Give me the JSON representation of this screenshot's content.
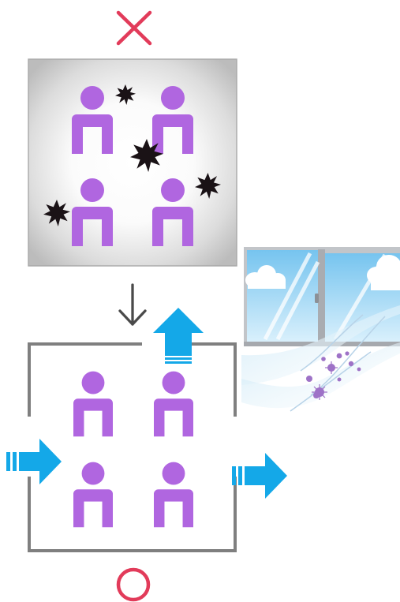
{
  "diagram": {
    "top_panel": {
      "status": "bad",
      "status_icon": "x-mark-icon",
      "status_color": "#e23b5a",
      "people_count": 4,
      "person_color": "#b066e0",
      "germ_icon": "virus-icon",
      "germ_count": 4,
      "background_outer": "#b9b9b9",
      "background_inner": "#ffffff"
    },
    "transition_icon": "arrow-down-icon",
    "bottom_panel": {
      "status": "good",
      "status_icon": "circle-icon",
      "status_color": "#e23b5a",
      "people_count": 4,
      "person_color": "#b066e0",
      "frame_color": "#7f7f7f",
      "airflow_icons": [
        "air-in-arrow-icon",
        "air-out-arrow-icon",
        "air-up-arrow-icon"
      ],
      "airflow_color": "#14a8e8"
    },
    "window": {
      "icon": "open-window-icon",
      "sky_color": "#bfe6fb",
      "frame_color": "#a9acb1"
    },
    "breeze": {
      "icon": "wind-with-germs-icon",
      "particle_color": "#9e72c7"
    }
  }
}
